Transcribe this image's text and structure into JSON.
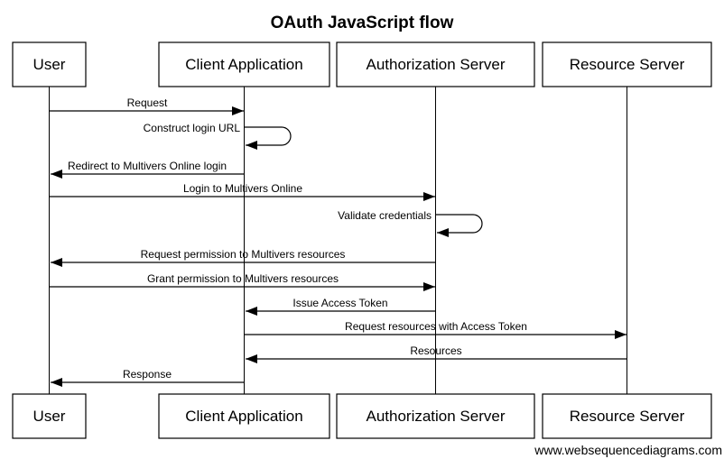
{
  "title": "OAuth JavaScript flow",
  "actors": [
    {
      "label": "User"
    },
    {
      "label": "Client Application"
    },
    {
      "label": "Authorization Server"
    },
    {
      "label": "Resource Server"
    }
  ],
  "messages": [
    {
      "from": "User",
      "to": "Client Application",
      "type": "solid-arrow",
      "label": "Request"
    },
    {
      "from": "Client Application",
      "to": "Client Application",
      "type": "self-arrow",
      "label": "Construct login URL"
    },
    {
      "from": "Client Application",
      "to": "User",
      "type": "solid-arrow",
      "label": "Redirect to Multivers Online login"
    },
    {
      "from": "User",
      "to": "Authorization Server",
      "type": "solid-arrow",
      "label": "Login to Multivers Online"
    },
    {
      "from": "Authorization Server",
      "to": "Authorization Server",
      "type": "self-arrow",
      "label": "Validate credentials"
    },
    {
      "from": "Authorization Server",
      "to": "User",
      "type": "solid-arrow",
      "label": "Request permission to Multivers resources"
    },
    {
      "from": "User",
      "to": "Authorization Server",
      "type": "solid-arrow",
      "label": "Grant permission to Multivers resources"
    },
    {
      "from": "Authorization Server",
      "to": "Client Application",
      "type": "solid-arrow",
      "label": "Issue Access Token"
    },
    {
      "from": "Client Application",
      "to": "Resource Server",
      "type": "solid-arrow",
      "label": "Request resources with Access Token"
    },
    {
      "from": "Resource Server",
      "to": "Client Application",
      "type": "solid-arrow",
      "label": "Resources"
    },
    {
      "from": "Client Application",
      "to": "User",
      "type": "solid-arrow",
      "label": "Response"
    }
  ],
  "footer": "www.websequencediagrams.com",
  "colors": {
    "line": "#000000",
    "background": "#ffffff",
    "text": "#000000"
  }
}
